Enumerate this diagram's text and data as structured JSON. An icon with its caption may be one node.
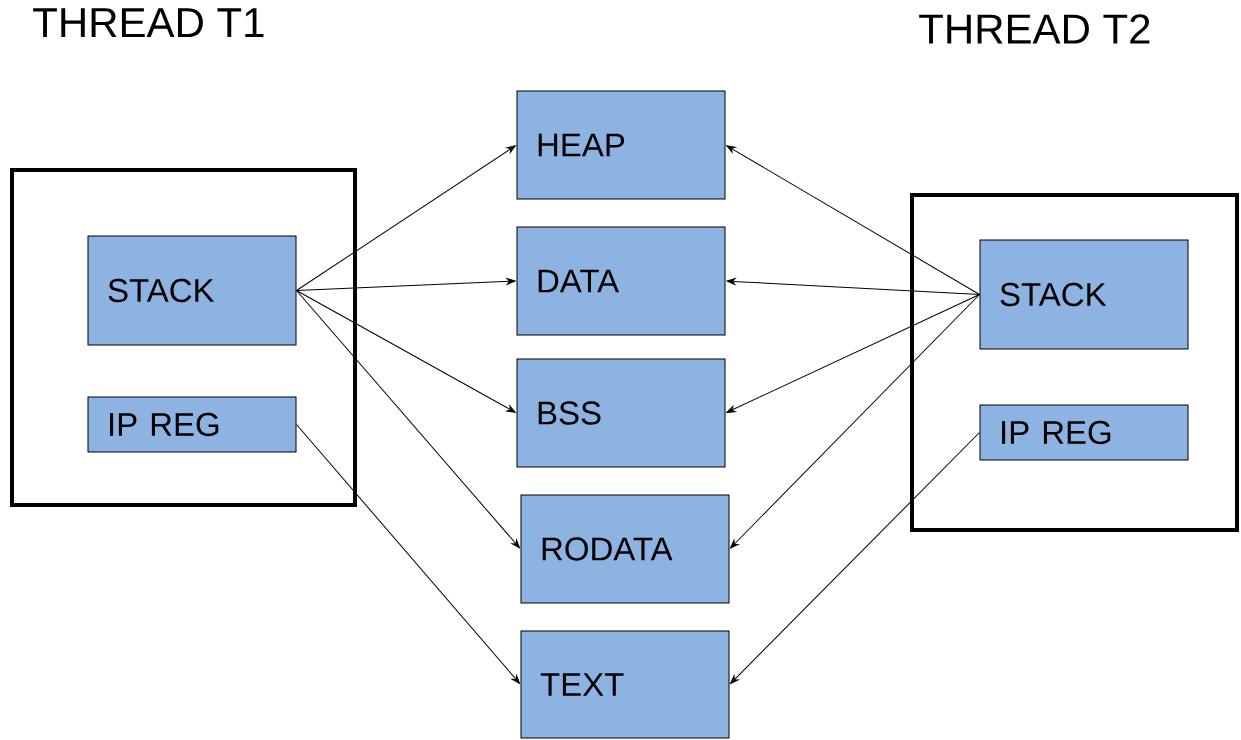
{
  "diagram": {
    "nodes": [
      {
        "text": [
          "THREAD T1"
        ]
      },
      {
        "text": [
          "STACK"
        ],
        "in": 0
      },
      {
        "text": [
          "IP REG"
        ],
        "in": 0
      },
      {
        "text": [
          "HEAP"
        ]
      },
      {
        "text": [
          "DATA"
        ]
      },
      {
        "text": [
          "BSS"
        ]
      },
      {
        "text": [
          "RODATA"
        ]
      },
      {
        "text": [
          "TEXT"
        ]
      },
      {
        "text": [
          "THREAD T2"
        ]
      },
      {
        "text": [
          "STACK"
        ],
        "in": 8
      },
      {
        "text": [
          "IP REG"
        ],
        "in": 8
      }
    ],
    "edges": [
      {
        "from": 1,
        "to": 3,
        "arrow": "to"
      },
      {
        "from": 1,
        "to": 4,
        "arrow": "to"
      },
      {
        "from": 1,
        "to": 5,
        "arrow": "to"
      },
      {
        "from": 1,
        "to": 6,
        "arrow": "to"
      },
      {
        "from": 2,
        "to": 7,
        "arrow": "to"
      },
      {
        "from": 9,
        "to": 3,
        "arrow": "to"
      },
      {
        "from": 9,
        "to": 4,
        "arrow": "to"
      },
      {
        "from": 9,
        "to": 5,
        "arrow": "to"
      },
      {
        "from": 9,
        "to": 6,
        "arrow": "to"
      },
      {
        "from": 10,
        "to": 7,
        "arrow": "to"
      }
    ]
  }
}
